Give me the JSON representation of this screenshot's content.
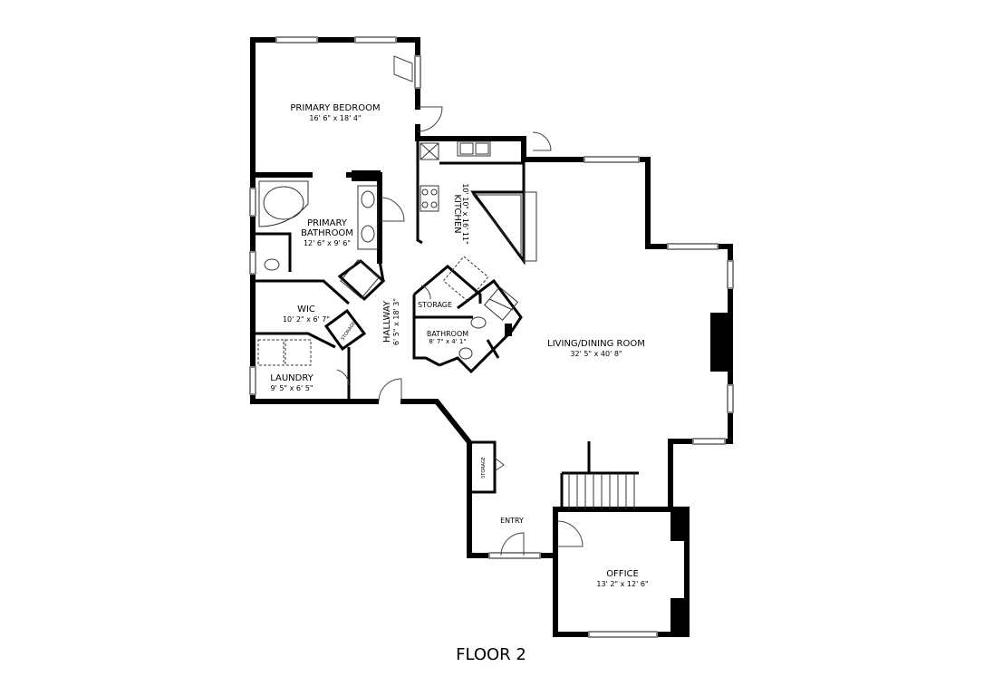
{
  "floor_label": "FLOOR 2",
  "rooms": {
    "primary_bedroom": {
      "name": "PRIMARY BEDROOM",
      "dims": "16' 6\" x 18' 4\""
    },
    "primary_bathroom": {
      "name_line1": "PRIMARY",
      "name_line2": "BATHROOM",
      "dims": "12' 6\" x 9' 6\""
    },
    "kitchen": {
      "name": "KITCHEN",
      "dims": "10' 10\" x 16' 11\""
    },
    "wic": {
      "name": "WIC",
      "dims": "10' 2\" x 6' 7\""
    },
    "storage_small": {
      "name": "STORAGE"
    },
    "hallway": {
      "name": "HALLWAY",
      "dims": "6' 5\" x 18' 3\""
    },
    "storage_hall": {
      "name": "STORAGE"
    },
    "bathroom": {
      "name": "BATHROOM",
      "dims": "8' 7\" x 4' 1\""
    },
    "living_dining": {
      "name": "LIVING/DINING ROOM",
      "dims": "32' 5\" x 40' 8\""
    },
    "laundry": {
      "name": "LAUNDRY",
      "dims": "9' 5\" x 6' 5\""
    },
    "storage_entry": {
      "name": "STORAGE"
    },
    "entry": {
      "name": "ENTRY"
    },
    "office": {
      "name": "OFFICE",
      "dims": "13' 2\" x 12' 6\""
    }
  }
}
